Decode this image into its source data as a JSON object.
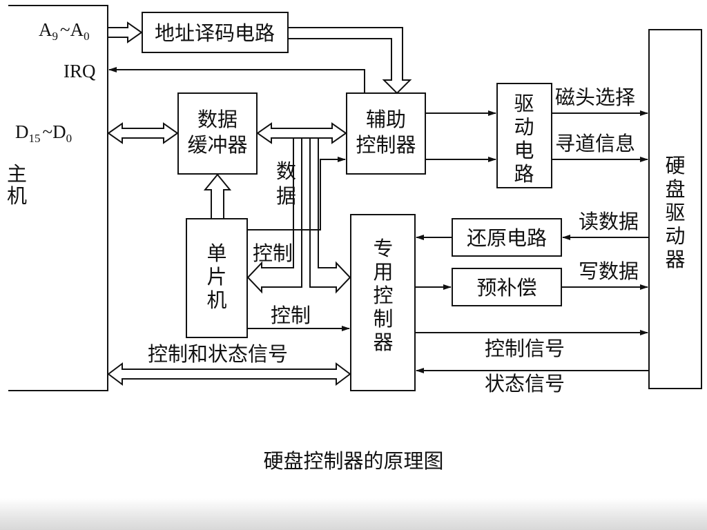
{
  "diagram": {
    "host": {
      "label": "主\n机",
      "addr_signal": {
        "base_a": "A",
        "sub_9": "9",
        "tilde": "~",
        "base_b": "A",
        "sub_0": "0"
      },
      "irq": "IRQ",
      "data_signal": {
        "base_a": "D",
        "sub_15": "15",
        "tilde": "~",
        "base_b": "D",
        "sub_0": "0"
      }
    },
    "blocks": {
      "addr_decoder": "地址译码电路",
      "data_buffer": "数据\n缓冲器",
      "aux_controller": "辅助\n控制器",
      "drive_circuit": "驱\n动\n电\n路",
      "mcu": "单\n片\n机",
      "special_controller": "专\n用\n控\n制\n器",
      "restore_circuit": "还原电路",
      "precomp": "预补偿",
      "disk_driver": "硬\n盘\n驱\n动\n器"
    },
    "signals": {
      "data_vertical": "数\n据",
      "control_1": "控制",
      "control_2": "控制",
      "control_status": "控制和状态信号",
      "head_select": "磁头选择",
      "seek_info": "寻道信息",
      "read_data": "读数据",
      "write_data": "写数据",
      "control_signal": "控制信号",
      "status_signal": "状态信号"
    },
    "caption": "硬盘控制器的原理图"
  }
}
